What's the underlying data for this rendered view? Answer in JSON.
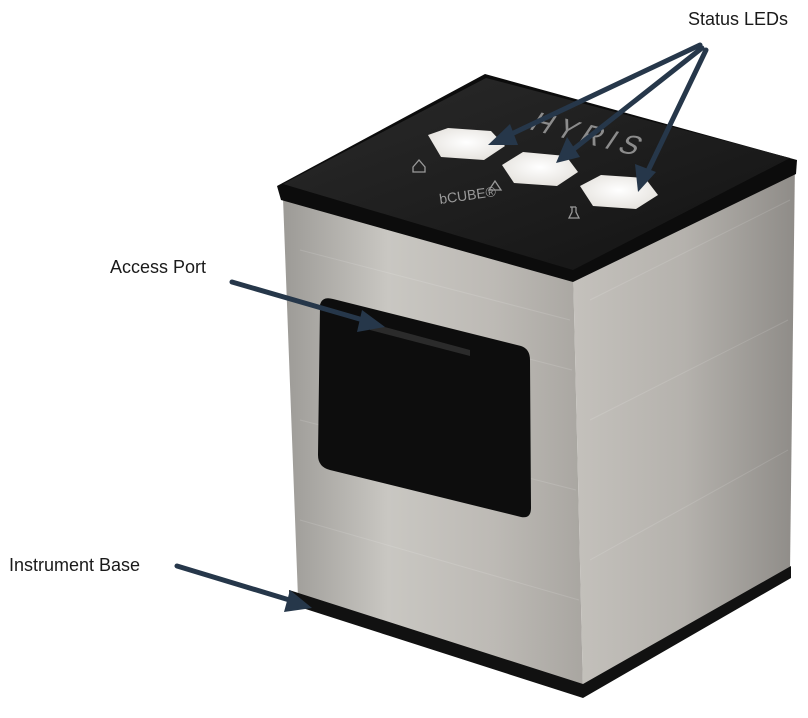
{
  "labels": {
    "status_leds": "Status LEDs",
    "access_port": "Access Port",
    "instrument_base": "Instrument Base"
  },
  "device": {
    "brand": "HYRIS",
    "model": "bCUBE®",
    "led_count": 3,
    "icons": [
      "home-icon",
      "warning-icon",
      "flask-icon"
    ]
  },
  "colors": {
    "top_panel": "#1b1b1b",
    "body_metal": "#b8b5af",
    "led": "#f2f0ec",
    "arrow": "#26374a",
    "window": "#0f0f0f"
  }
}
